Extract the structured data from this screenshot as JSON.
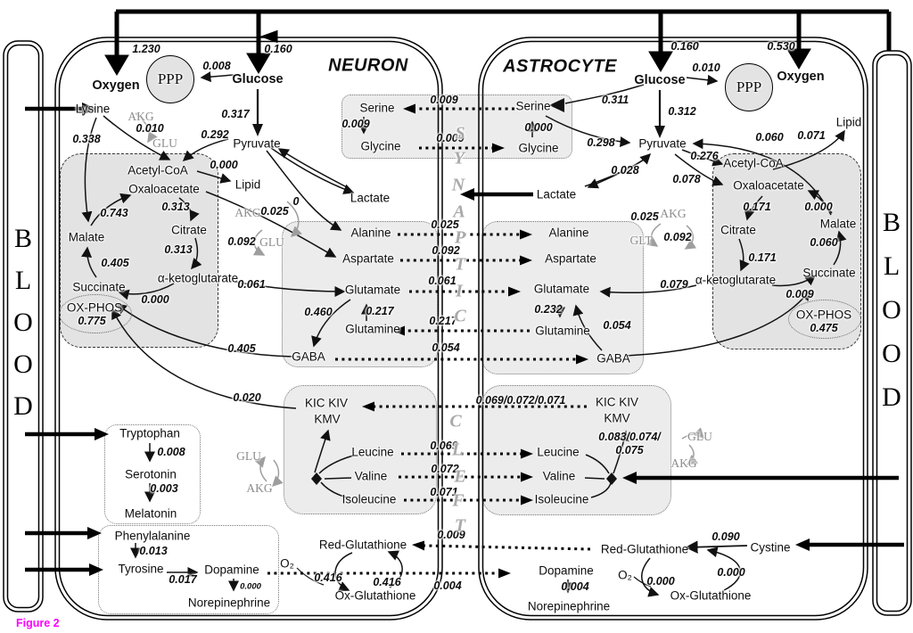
{
  "caption": "Figure 2",
  "blood": {
    "left": [
      "B",
      "L",
      "O",
      "O",
      "D"
    ],
    "right": [
      "B",
      "L",
      "O",
      "O",
      "D"
    ]
  },
  "cleft": {
    "top": [
      "S",
      "Y",
      "N",
      "A",
      "P",
      "T",
      "I",
      "C"
    ],
    "bottom": [
      "C",
      "L",
      "E",
      "F",
      "T"
    ]
  },
  "transfers": {
    "serine": "0.009",
    "glycine": "0.009",
    "alanine": "0.025",
    "aspartate": "0.092",
    "glutamate": "0.061",
    "glutamine": "0.217",
    "gaba": "0.054",
    "bcka": "0.069/0.072/0.071",
    "leucine": "0.069",
    "valine": "0.072",
    "isoleucine": "0.071",
    "glutathione": "0.009",
    "dopamine": "0.004"
  },
  "neuron": {
    "title": "NEURON",
    "oxygen_in": "1.230",
    "glucose_in": "0.160",
    "nodes": {
      "oxygen": "Oxygen",
      "ppp": "PPP",
      "glucose": "Glucose",
      "lysine": "Lysine",
      "pyruvate": "Pyruvate",
      "acetyl_coa": "Acetyl-CoA",
      "lipid": "Lipid",
      "oxaloacetate": "Oxaloacetate",
      "citrate": "Citrate",
      "malate": "Malate",
      "succinate": "Succinate",
      "akg": "α-ketoglutarate",
      "oxphos": "OX-PHOS",
      "lactate": "Lactate",
      "serine": "Serine",
      "glycine": "Glycine",
      "alanine": "Alanine",
      "aspartate": "Aspartate",
      "glutamate": "Glutamate",
      "glutamine": "Glutamine",
      "gaba": "GABA",
      "kic": "KIC KIV",
      "kmv": "KMV",
      "leucine": "Leucine",
      "valine": "Valine",
      "isoleucine": "Isoleucine",
      "tryptophan": "Tryptophan",
      "serotonin": "Serotonin",
      "melatonin": "Melatonin",
      "phenylalanine": "Phenylalanine",
      "tyrosine": "Tyrosine",
      "dopamine": "Dopamine",
      "norepinephrine": "Norepinephrine",
      "red_glutathione": "Red-Glutathione",
      "ox_glutathione": "Ox-Glutathione",
      "o2": "O₂"
    },
    "cof": {
      "akg1": "AKG",
      "glu1": "GLU",
      "akg2": "AKG",
      "glu2": "GLU",
      "glu3": "GLU",
      "akg3": "AKG"
    },
    "flux": {
      "ppp": "0.008",
      "glycolysis": "0.317",
      "pdh": "0.292",
      "lys_trans": "0.010",
      "lys_malate": "0.338",
      "lipid": "0.000",
      "cs": "0.313",
      "cit_akg": "0.313",
      "mal_oaa": "0.743",
      "suc_mal": "0.405",
      "akg_suc": "0.000",
      "oxphos": "0.775",
      "lactate": "0",
      "ala": "0.025",
      "asp": "0.092",
      "akg_glu": "0.061",
      "gln_glu": "0.217",
      "glu_gaba": "0.460",
      "gaba_suc": "0.405",
      "bcka_tca": "0.020",
      "ser_gly": "0.009",
      "trp": "0.008",
      "mel": "0.003",
      "phe": "0.013",
      "tyr": "0.017",
      "dop_ne": "0.000",
      "gpx": "0.416",
      "gr": "0.416"
    }
  },
  "astrocyte": {
    "title": "ASTROCYTE",
    "oxygen_in": "0.530",
    "glucose_in": "0.160",
    "nodes": {
      "oxygen": "Oxygen",
      "ppp": "PPP",
      "glucose": "Glucose",
      "serine": "Serine",
      "glycine": "Glycine",
      "pyruvate": "Pyruvate",
      "lactate": "Lactate",
      "acetyl_coa": "Acetyl-CoA",
      "oxaloacetate": "Oxaloacetate",
      "citrate": "Citrate",
      "malate": "Malate",
      "succinate": "Succinate",
      "akg": "α-ketoglutarate",
      "oxphos": "OX-PHOS",
      "lipid": "Lipid",
      "alanine": "Alanine",
      "aspartate": "Aspartate",
      "glutamate": "Glutamate",
      "glutamine": "Glutamine",
      "gaba": "GABA",
      "kic": "KIC KIV",
      "kmv": "KMV",
      "leucine": "Leucine",
      "valine": "Valine",
      "isoleucine": "Isoleucine",
      "red_glutathione": "Red-Glutathione",
      "cystine": "Cystine",
      "ox_glutathione": "Ox-Glutathione",
      "o2": "O₂",
      "dopamine": "Dopamine",
      "norepinephrine": "Norepinephrine"
    },
    "cof": {
      "akg1": "AKG",
      "glt": "GLT",
      "glu2": "GLU",
      "akg2": "AKG"
    },
    "flux": {
      "ppp": "0.010",
      "glc_ser": "0.311",
      "glycolysis": "0.312",
      "ser_pyr": "0.298",
      "gly_ser": "0.000",
      "lac_pyr": "0.028",
      "pdh": "0.276",
      "pc": "0.078",
      "mal_pyr": "0.060",
      "lipid": "0.071",
      "oaa_cit": "0.171",
      "mal_oaa": "0.000",
      "cit_akg": "0.171",
      "suc_mal": "0.060",
      "akg_suc": "0.009",
      "oxphos": "0.475",
      "ala": "0.025",
      "asp": "0.092",
      "akg_glu": "0.079",
      "glu_gln": "0.232",
      "gaba_glu": "0.054",
      "bcat1": "0.083/0.074/",
      "bcat2": "0.075",
      "cystine": "0.090",
      "gpx": "0.000",
      "gr": "0.000",
      "dop_ne": "0.004"
    }
  }
}
